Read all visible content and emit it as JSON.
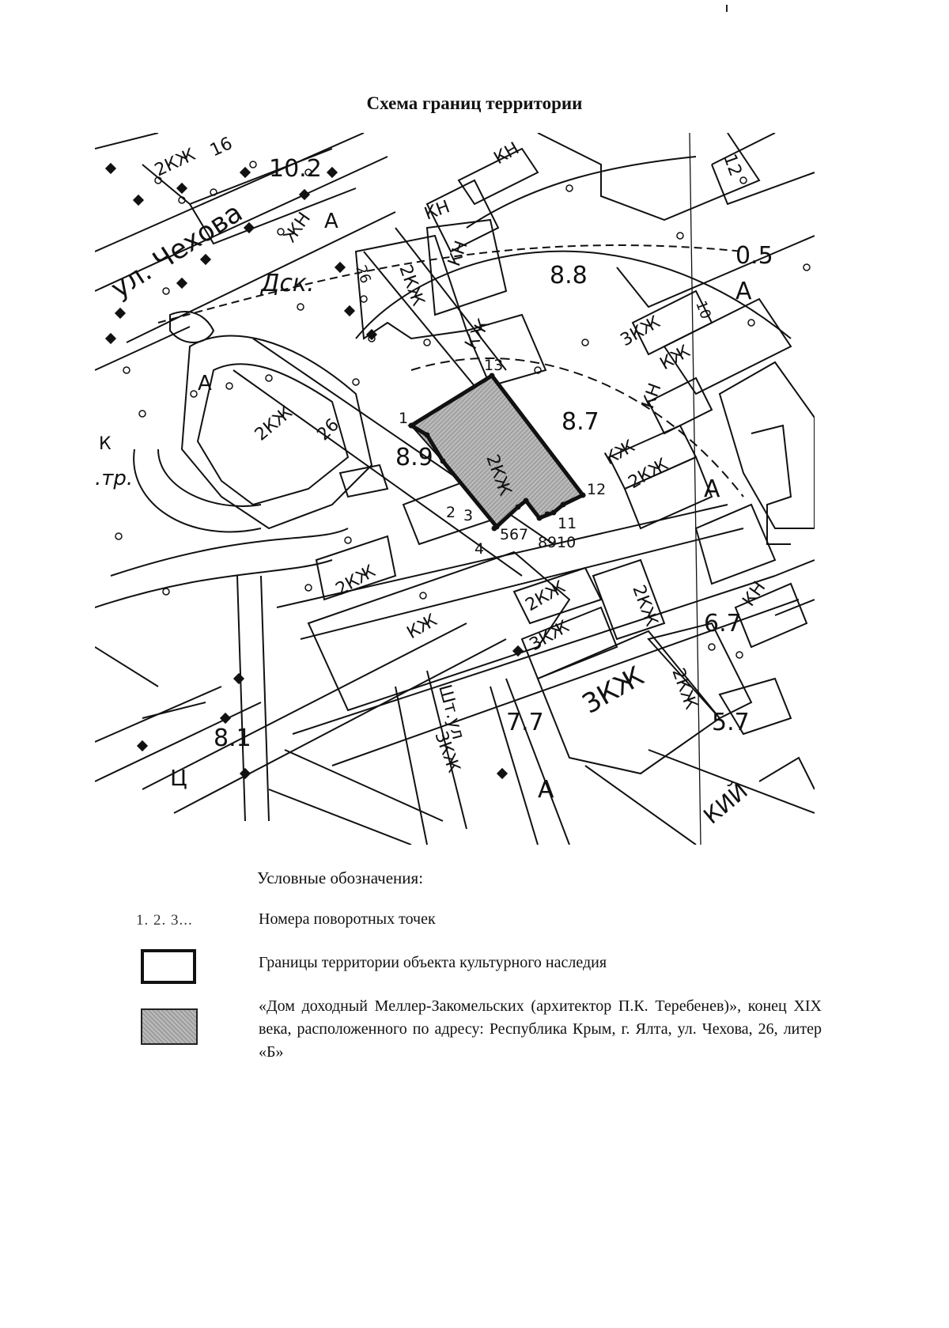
{
  "title": "Схема границ территории",
  "map": {
    "street_labels": [
      "ул. Чехова",
      "Шт.ул",
      "КИЙ"
    ],
    "building_labels": [
      "2КЖ",
      "2КЖ",
      "2КЖ",
      "2КЖ",
      "2КЖ",
      "2КЖ",
      "2КЖ",
      "2КЖ",
      "2КЖ",
      "КЖ",
      "КЖ",
      "КЖ",
      "КЖ",
      "3КЖ",
      "3КЖ",
      "3КЖ",
      "3КЖ",
      "КН",
      "КН",
      "КН",
      "КН",
      "КН",
      "ЖН"
    ],
    "house_numbers": [
      "16",
      "26",
      "26",
      "12",
      "10"
    ],
    "elevations": [
      "10.2",
      "8.8",
      "8.7",
      "8.9",
      "8.1",
      "6.7",
      "5.7",
      "7.7",
      "0.5"
    ],
    "misc_labels": [
      "А",
      "А",
      "А",
      "А",
      "А",
      "Дск.",
      "К",
      ".тр.",
      "Ц"
    ],
    "turning_points": [
      "1",
      "2",
      "3",
      "4",
      "5",
      "6",
      "7",
      "8",
      "9",
      "10",
      "11",
      "12",
      "13"
    ]
  },
  "legend": {
    "heading": "Условные обозначения:",
    "points_sample": "1. 2. 3...",
    "points_label": "Номера поворотных точек",
    "boundary_label": "Границы территории объекта культурного наследия",
    "object_label": "«Дом доходный Меллер-Закомельских (архитектор П.К. Теребенев)», конец XIX века, расположенного по адресу: Республика Крым, г. Ялта, ул. Чехова, 26, литер «Б»"
  }
}
